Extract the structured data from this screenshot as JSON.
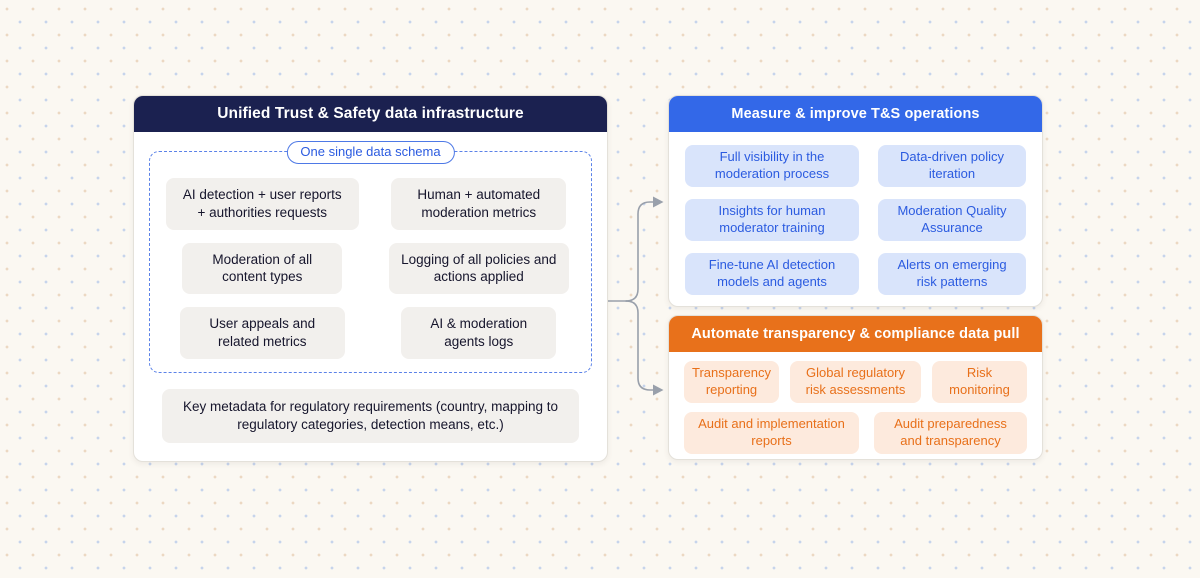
{
  "left_panel": {
    "title": "Unified Trust & Safety data infrastructure",
    "schema_label": "One single data schema",
    "schema_items": [
      "AI detection + user reports + authorities requests",
      "Human + automated moderation metrics",
      "Moderation of all content types",
      "Logging of all policies and actions applied",
      "User appeals and related metrics",
      "AI & moderation agents logs"
    ],
    "metadata_note": "Key metadata for regulatory requirements (country, mapping to regulatory categories, detection means, etc.)"
  },
  "measure_panel": {
    "title": "Measure & improve T&S operations",
    "items": [
      "Full visibility in the moderation process",
      "Data-driven policy iteration",
      "Insights for human moderator training",
      "Moderation Quality Assurance",
      "Fine-tune AI detection models and agents",
      "Alerts on emerging risk patterns"
    ]
  },
  "automate_panel": {
    "title": "Automate transparency & compliance data pull",
    "items_row1": [
      "Transparency reporting",
      "Global regulatory risk assessments",
      "Risk monitoring"
    ],
    "items_row2": [
      "Audit and implementation reports",
      "Audit preparedness and transparency"
    ]
  },
  "colors": {
    "background": "#fbf8f2",
    "dot_blue": "#c6d4ec",
    "dot_orange": "#ecd8c2",
    "header_navy": "#1b2150",
    "header_blue": "#3368e8",
    "header_orange": "#e8711b",
    "item_gray": "#f2f0ed",
    "item_blue_bg": "#d9e4fb",
    "item_blue_text": "#2b5be0",
    "item_orange_bg": "#fdeadd",
    "item_orange_text": "#e8701a",
    "connector_gray": "#99a0ab"
  }
}
